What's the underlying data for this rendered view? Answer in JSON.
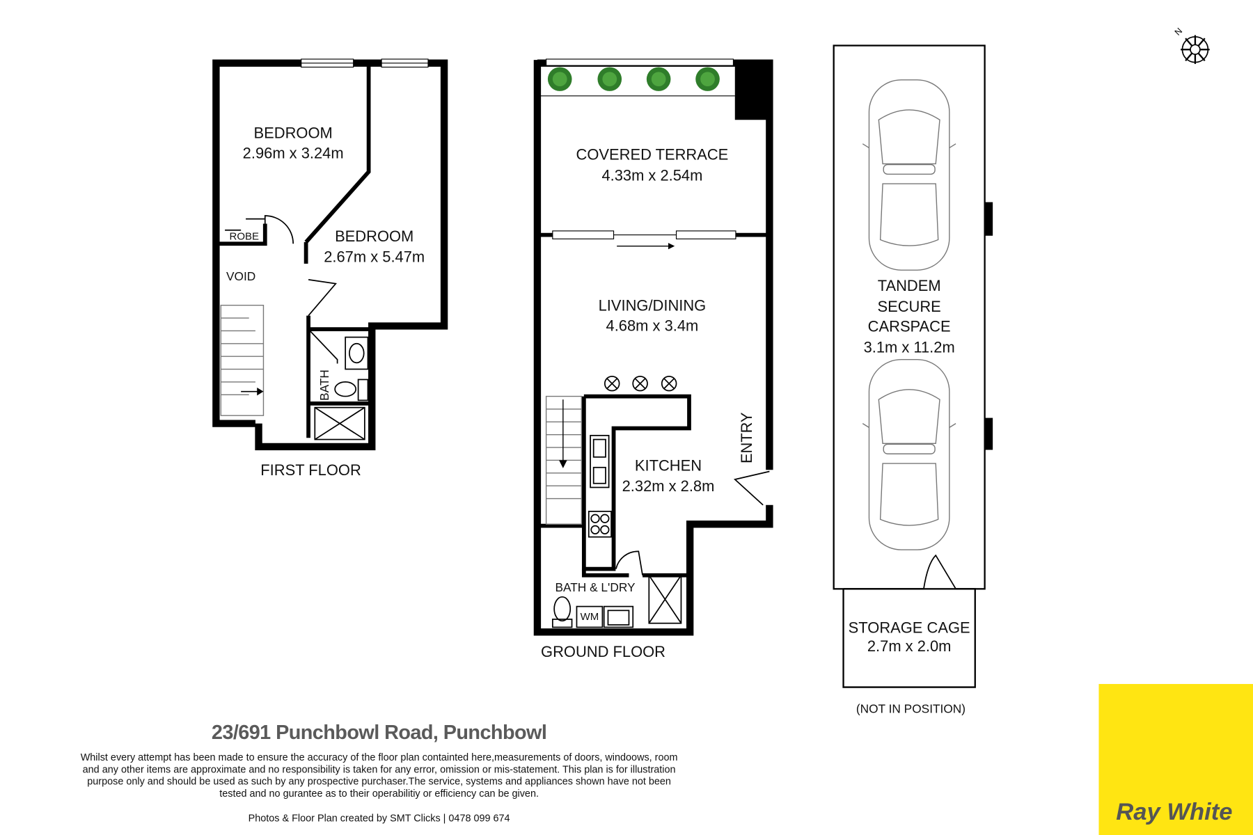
{
  "first_floor": {
    "label": "FIRST FLOOR",
    "rooms": [
      {
        "name": "BEDROOM",
        "size": "2.96m x 3.24m"
      },
      {
        "name": "BEDROOM",
        "size": "2.67m x 5.47m"
      }
    ],
    "robe": "ROBE",
    "void": "VOID",
    "bath": "BATH"
  },
  "ground_floor": {
    "label": "GROUND FLOOR",
    "terrace": {
      "name": "COVERED TERRACE",
      "size": "4.33m x 2.54m"
    },
    "living": {
      "name": "LIVING/DINING",
      "size": "4.68m x 3.4m"
    },
    "kitchen": {
      "name": "KITCHEN",
      "size": "2.32m x 2.8m"
    },
    "entry": "ENTRY",
    "bath_laundry": "BATH & L'DRY",
    "wm": "WM"
  },
  "carspace": {
    "line1": "TANDEM",
    "line2": "SECURE",
    "line3": "CARSPACE",
    "size": "3.1m x 11.2m"
  },
  "storage": {
    "name": "STORAGE CAGE",
    "size": "2.7m x 2.0m",
    "note": "(NOT IN POSITION)"
  },
  "compass": {
    "label": "N"
  },
  "footer": {
    "address": "23/691 Punchbowl Road,  Punchbowl",
    "disclaimer": [
      "Whilst every attempt has been made to ensure the accuracy of the floor plan containted here,measurements of doors, windoows, room",
      "and any other items are approximate and no responsibility is taken for any error, omission or mis-statement. This plan is for illustration",
      "purpose only and should be used as such by any prospective purchaser.The service, systems and appliances shown have not been",
      "tested and no gurantee as to their operabilitiy or efficiency can be given."
    ],
    "credit": "Photos & Floor Plan created by SMT Clicks | 0478 099 674"
  },
  "brand": {
    "name": "Ray White",
    "color": "#FFE512",
    "text_color": "#555555"
  }
}
